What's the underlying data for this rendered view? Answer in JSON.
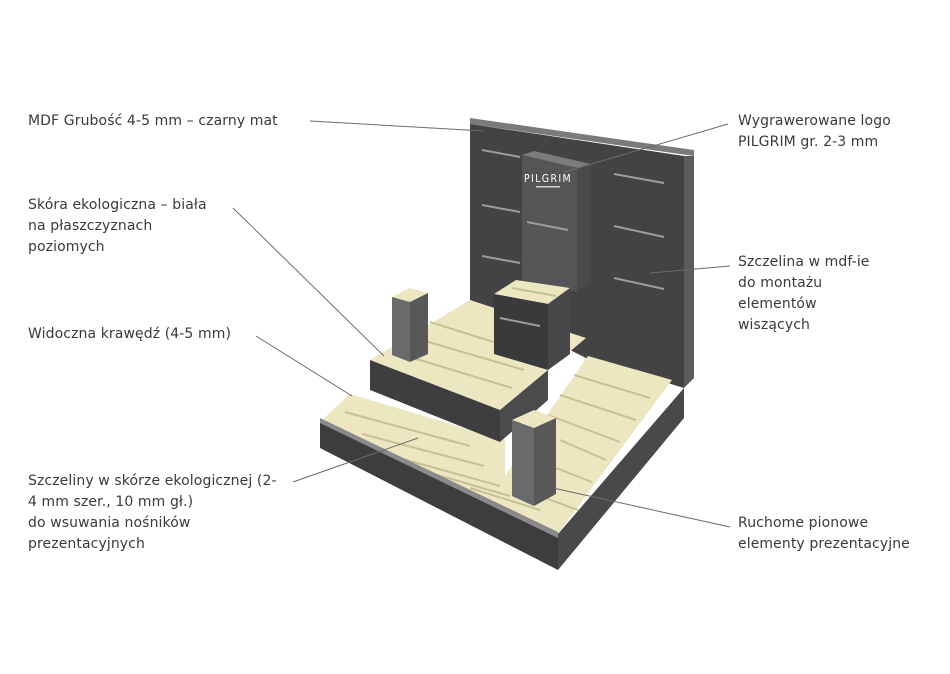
{
  "labels": {
    "mdf": "MDF Grubość 4-5 mm – czarny mat",
    "skora": "Skóra ekologiczna – biała\nna płaszczyznach\npoziomych",
    "krawedz": "Widoczna krawędź (4-5 mm)",
    "szczeliny": "Szczeliny w skórze ekologicznej (2-\n4 mm szer., 10 mm gł.)\ndo wsuwania nośników\nprezentacyjnych",
    "logo": "Wygrawerowane logo\nPILGRIM gr. 2-3 mm",
    "szczelina": "Szczelina w mdf-ie\ndo montażu\nelementów\nwiszących",
    "ruchome": "Ruchome pionowe\nelementy prezentacyjne"
  },
  "logo": {
    "brand": "PILGRIM"
  },
  "colors": {
    "mdf_dark": "#3f3f41",
    "mdf_top": "#7a7a7c",
    "leather": "#ece6c1",
    "leather_slot": "#c9c196",
    "leader_line": "#6b6b6b",
    "text": "#3a3a3a"
  }
}
